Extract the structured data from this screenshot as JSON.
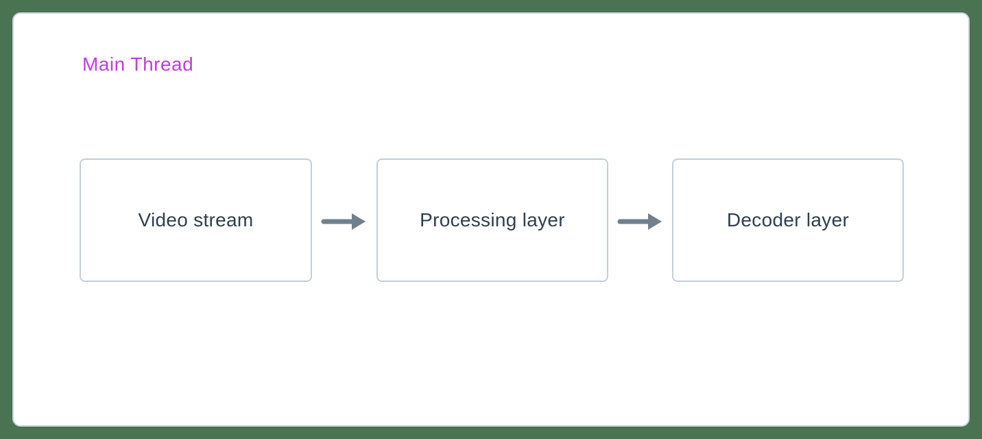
{
  "diagram": {
    "title": "Main Thread",
    "nodes": [
      {
        "id": "video-stream",
        "label": "Video stream"
      },
      {
        "id": "processing-layer",
        "label": "Processing layer"
      },
      {
        "id": "decoder-layer",
        "label": "Decoder layer"
      }
    ],
    "edges": [
      {
        "from": "video-stream",
        "to": "processing-layer",
        "icon": "right-arrow-icon"
      },
      {
        "from": "processing-layer",
        "to": "decoder-layer",
        "icon": "right-arrow-icon"
      }
    ],
    "colors": {
      "canvas_background": "#4a7351",
      "panel_background": "#ffffff",
      "panel_border": "#c9d4dd",
      "title_text": "#bf3fd9",
      "node_border": "#c2ced9",
      "node_text": "#2f3f4d",
      "arrow": "#70808c"
    }
  }
}
